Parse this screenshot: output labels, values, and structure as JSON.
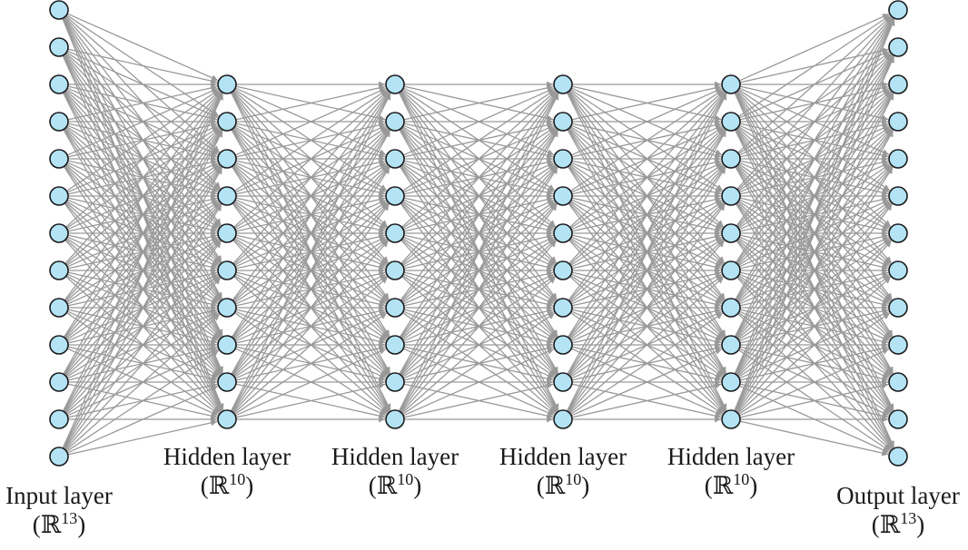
{
  "diagram": {
    "colors": {
      "node_fill": "#b3e3f5",
      "node_stroke": "#1a1a1a",
      "edge": "#999999",
      "text": "#1a1a1a"
    },
    "layers": [
      {
        "name": "Input layer",
        "space_symbol": "ℝ",
        "dim": "13",
        "nodes": 13
      },
      {
        "name": "Hidden layer",
        "space_symbol": "ℝ",
        "dim": "10",
        "nodes": 10
      },
      {
        "name": "Hidden layer",
        "space_symbol": "ℝ",
        "dim": "10",
        "nodes": 10
      },
      {
        "name": "Hidden layer",
        "space_symbol": "ℝ",
        "dim": "10",
        "nodes": 10
      },
      {
        "name": "Hidden layer",
        "space_symbol": "ℝ",
        "dim": "10",
        "nodes": 10
      },
      {
        "name": "Output layer",
        "space_symbol": "ℝ",
        "dim": "13",
        "nodes": 13
      }
    ]
  }
}
